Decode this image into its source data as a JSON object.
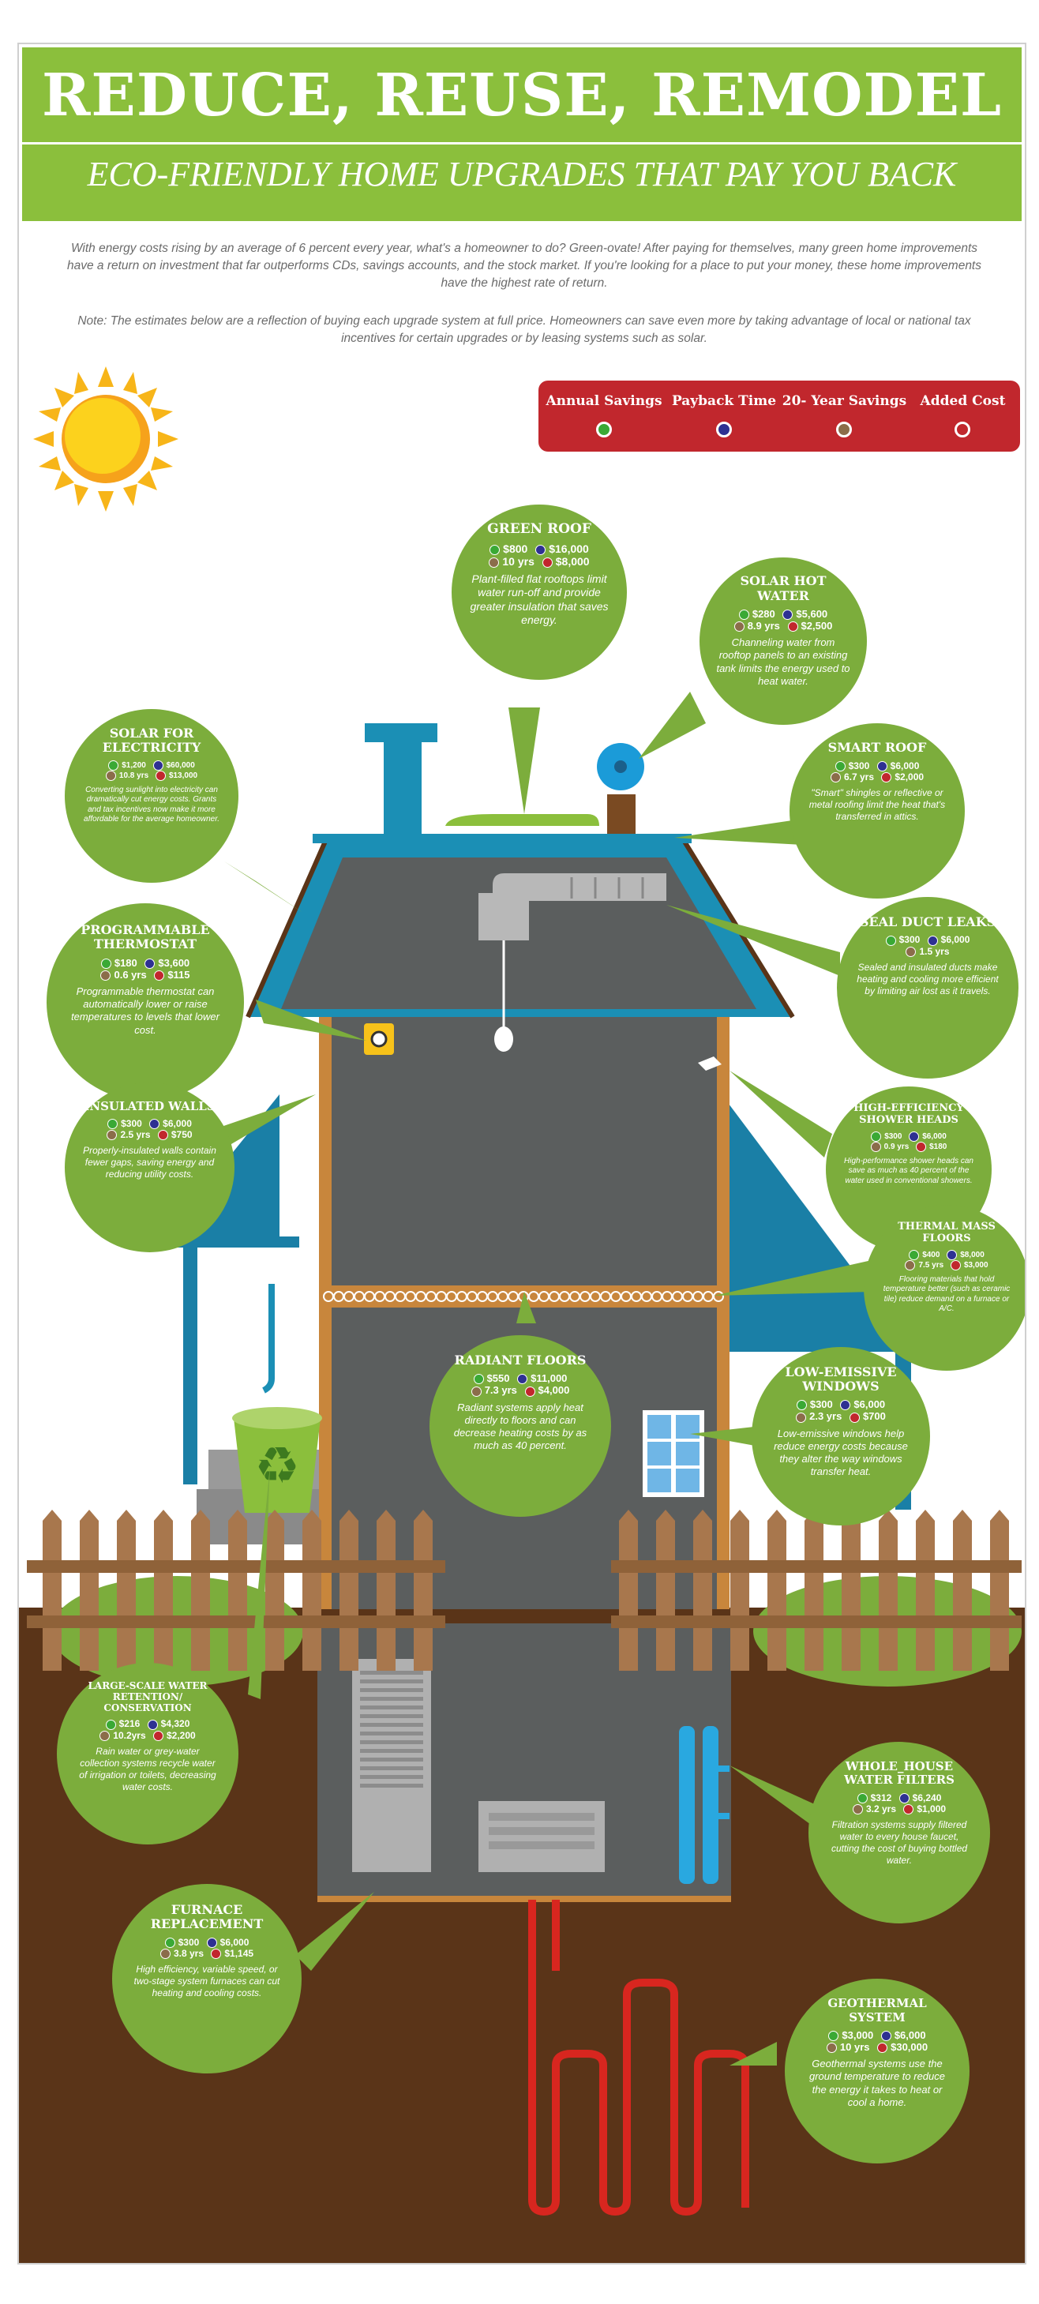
{
  "header": {
    "title": "REDUCE, REUSE, REMODEL",
    "subtitle": "ECO-FRIENDLY HOME UPGRADES THAT PAY YOU BACK"
  },
  "intro": {
    "text": "With energy costs rising by an average of 6 percent every year, what's a homeowner to do? Green-ovate! After paying for themselves, many green home improvements have a return on investment that far outperforms CDs, savings accounts, and the stock market. If you're looking for a place to put your money, these home improvements have the highest rate of return.",
    "note": "Note: The estimates below are a reflection of buying each upgrade system at full price. Homeowners can save even more by taking advantage of local or national tax incentives for certain upgrades or by leasing systems such as solar."
  },
  "legend": {
    "items": [
      {
        "label": "Annual Savings",
        "color": "#3aa935"
      },
      {
        "label": "Payback Time",
        "color": "#2e3192"
      },
      {
        "label": "20- Year Savings",
        "color": "#8b6d4a"
      },
      {
        "label": "Added Cost",
        "color": "#c1272d"
      }
    ]
  },
  "colors": {
    "green": "#8bbf3c",
    "bubble": "#7cad3c",
    "red": "#c1272d",
    "house": "#5b5e5e",
    "roof": "#1b8fb5",
    "dirt": "#5a3418",
    "fence": "#a8774d"
  },
  "bubbles": {
    "green_roof": {
      "title": "GREEN ROOF",
      "annual": "$800",
      "payback": "$16,000",
      "twenty": "10 yrs",
      "added": "$8,000",
      "desc": "Plant-filled flat rooftops limit water run-off and provide greater insulation that saves energy."
    },
    "solar_hot_water": {
      "title": "SOLAR HOT WATER",
      "annual": "$280",
      "payback": "$5,600",
      "twenty": "8.9 yrs",
      "added": "$2,500",
      "desc": "Channeling water from rooftop panels to an existing tank limits the energy used to heat water."
    },
    "solar_electricity": {
      "title": "SOLAR FOR ELECTRICITY",
      "annual": "$1,200",
      "payback": "$60,000",
      "twenty": "10.8 yrs",
      "added": "$13,000",
      "desc": "Converting sunlight into electricity can dramatically cut energy costs. Grants and tax incentives now make it more affordable for the average homeowner."
    },
    "smart_roof": {
      "title": "SMART ROOF",
      "annual": "$300",
      "payback": "$6,000",
      "twenty": "6.7 yrs",
      "added": "$2,000",
      "desc": "\"Smart\" shingles or reflective or metal roofing limit the heat that's transferred in attics."
    },
    "thermostat": {
      "title": "PROGRAMMABLE THERMOSTAT",
      "annual": "$180",
      "payback": "$3,600",
      "twenty": "0.6 yrs",
      "added": "$115",
      "desc": "Programmable thermostat can automatically lower or raise temperatures to levels that lower cost."
    },
    "seal_duct": {
      "title": "SEAL DUCT LEAKS",
      "annual": "$300",
      "payback": "$6,000",
      "twenty": "1.5 yrs",
      "added": "",
      "desc": "Sealed and insulated ducts make heating and cooling more efficient by limiting air lost as it travels."
    },
    "insulated_walls": {
      "title": "INSULATED WALLS",
      "annual": "$300",
      "payback": "$6,000",
      "twenty": "2.5 yrs",
      "added": "$750",
      "desc": "Properly-insulated walls contain fewer gaps, saving energy and reducing utility costs."
    },
    "shower_heads": {
      "title": "HIGH-EFFICIENCY SHOWER HEADS",
      "annual": "$300",
      "payback": "$6,000",
      "twenty": "0.9 yrs",
      "added": "$180",
      "desc": "High-performance shower heads can save as much as 40 percent of the water used in conventional showers."
    },
    "thermal_mass": {
      "title": "THERMAL MASS FLOORS",
      "annual": "$400",
      "payback": "$8,000",
      "twenty": "7.5 yrs",
      "added": "$3,000",
      "desc": "Flooring materials that hold temperature better (such as ceramic tile) reduce demand on a furnace or A/C."
    },
    "radiant_floors": {
      "title": "RADIANT FLOORS",
      "annual": "$550",
      "payback": "$11,000",
      "twenty": "7.3 yrs",
      "added": "$4,000",
      "desc": "Radiant systems apply heat directly to floors and can decrease heating costs by as much as 40 percent."
    },
    "low_e_windows": {
      "title": "LOW-EMISSIVE WINDOWS",
      "annual": "$300",
      "payback": "$6,000",
      "twenty": "2.3 yrs",
      "added": "$700",
      "desc": "Low-emissive windows help reduce energy costs because they alter the way windows transfer heat."
    },
    "water_retention": {
      "title": "LARGE-SCALE WATER RETENTION/ CONSERVATION",
      "annual": "$216",
      "payback": "$4,320",
      "twenty": "10.2yrs",
      "added": "$2,200",
      "desc": "Rain water or grey-water collection systems recycle water of irrigation or toilets, decreasing water costs."
    },
    "water_filters": {
      "title": "WHOLE_HOUSE WATER FILTERS",
      "annual": "$312",
      "payback": "$6,240",
      "twenty": "3.2 yrs",
      "added": "$1,000",
      "desc": "Filtration systems supply filtered water to every house faucet, cutting the cost of buying bottled water."
    },
    "furnace": {
      "title": "FURNACE REPLACEMENT",
      "annual": "$300",
      "payback": "$6,000",
      "twenty": "3.8 yrs",
      "added": "$1,145",
      "desc": "High efficiency, variable speed, or two-stage system furnaces can cut heating and cooling costs."
    },
    "geothermal": {
      "title": "GEOTHERMAL SYSTEM",
      "annual": "$3,000",
      "payback": "$6,000",
      "twenty": "10 yrs",
      "added": "$30,000",
      "desc": "Geothermal systems use the ground temperature to reduce the energy it takes to heat or cool a home."
    }
  }
}
